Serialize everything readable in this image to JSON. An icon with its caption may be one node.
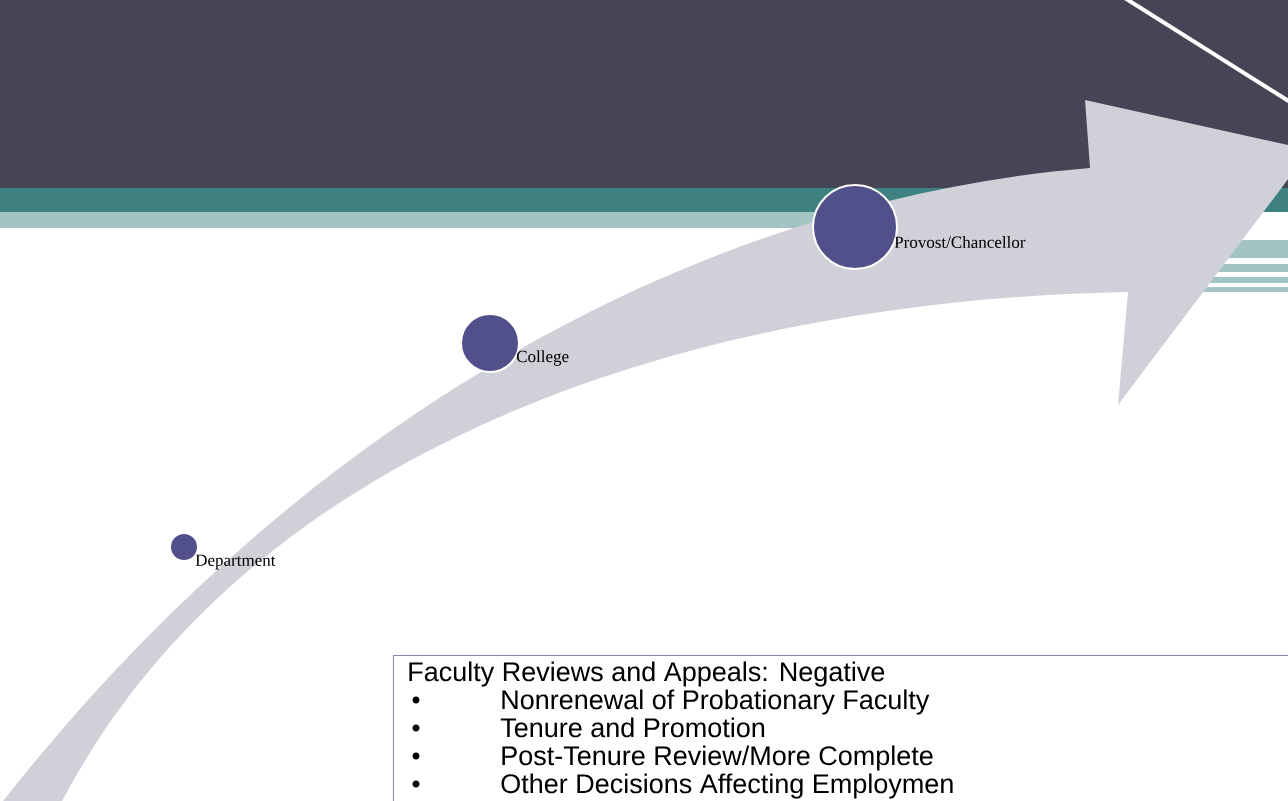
{
  "diagram": {
    "nodes": [
      {
        "text": [
          "Department"
        ]
      },
      {
        "text": [
          "College"
        ]
      },
      {
        "text": [
          "Provost/Chancellor"
        ]
      },
      {
        "text": [
          "Faculty Reviews and Appeals: Negative",
          "Nonrenewal of Probationary Faculty",
          "Tenure and Promotion",
          "Post-Tenure Review/More Complete",
          "Other Decisions Affecting Employmen"
        ]
      }
    ],
    "edges": []
  }
}
